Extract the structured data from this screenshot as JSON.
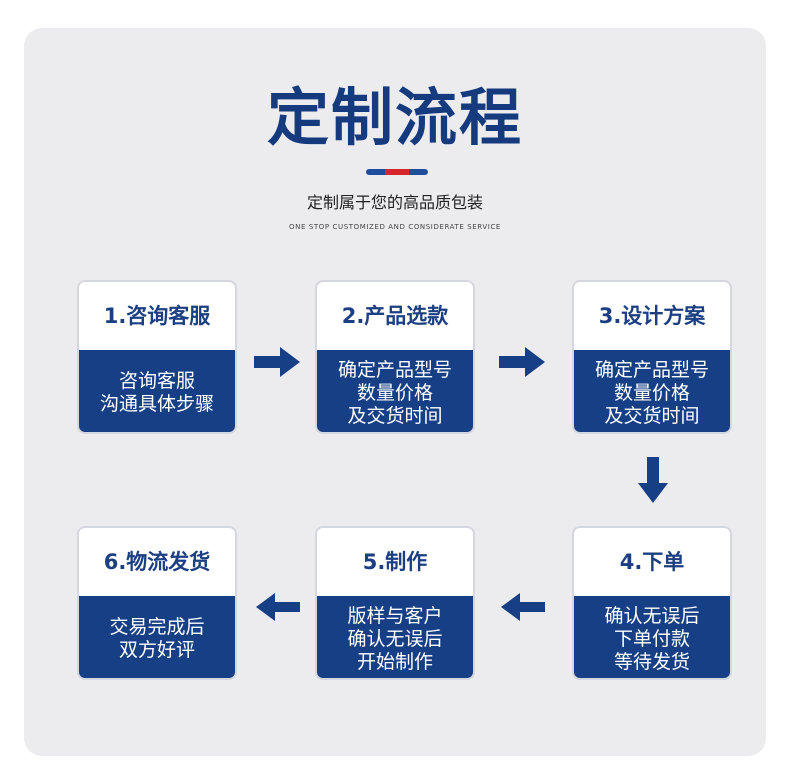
{
  "header": {
    "title": "定制流程",
    "subtitle": "定制属于您的高品质包装",
    "subtitle_en": "ONE STOP CUSTOMIZED AND CONSIDERATE SERVICE"
  },
  "colors": {
    "brand_blue": "#163f86",
    "accent_red": "#d6262c",
    "panel_bg": "#ececef"
  },
  "steps": [
    {
      "title": "1.咨询客服",
      "lines": [
        "咨询客服",
        "沟通具体步骤"
      ]
    },
    {
      "title": "2.产品选款",
      "lines": [
        "确定产品型号",
        "数量价格",
        "及交货时间"
      ]
    },
    {
      "title": "3.设计方案",
      "lines": [
        "确定产品型号",
        "数量价格",
        "及交货时间"
      ]
    },
    {
      "title": "4.下单",
      "lines": [
        "确认无误后",
        "下单付款",
        "等待发货"
      ]
    },
    {
      "title": "5.制作",
      "lines": [
        "版样与客户",
        "确认无误后",
        "开始制作"
      ]
    },
    {
      "title": "6.物流发货",
      "lines": [
        "交易完成后",
        "双方好评"
      ]
    }
  ],
  "connectors": [
    {
      "from": 1,
      "to": 2,
      "icon": "arrow-right-icon"
    },
    {
      "from": 2,
      "to": 3,
      "icon": "arrow-right-icon"
    },
    {
      "from": 3,
      "to": 4,
      "icon": "arrow-down-icon"
    },
    {
      "from": 4,
      "to": 5,
      "icon": "arrow-left-icon"
    },
    {
      "from": 5,
      "to": 6,
      "icon": "arrow-left-icon"
    }
  ]
}
